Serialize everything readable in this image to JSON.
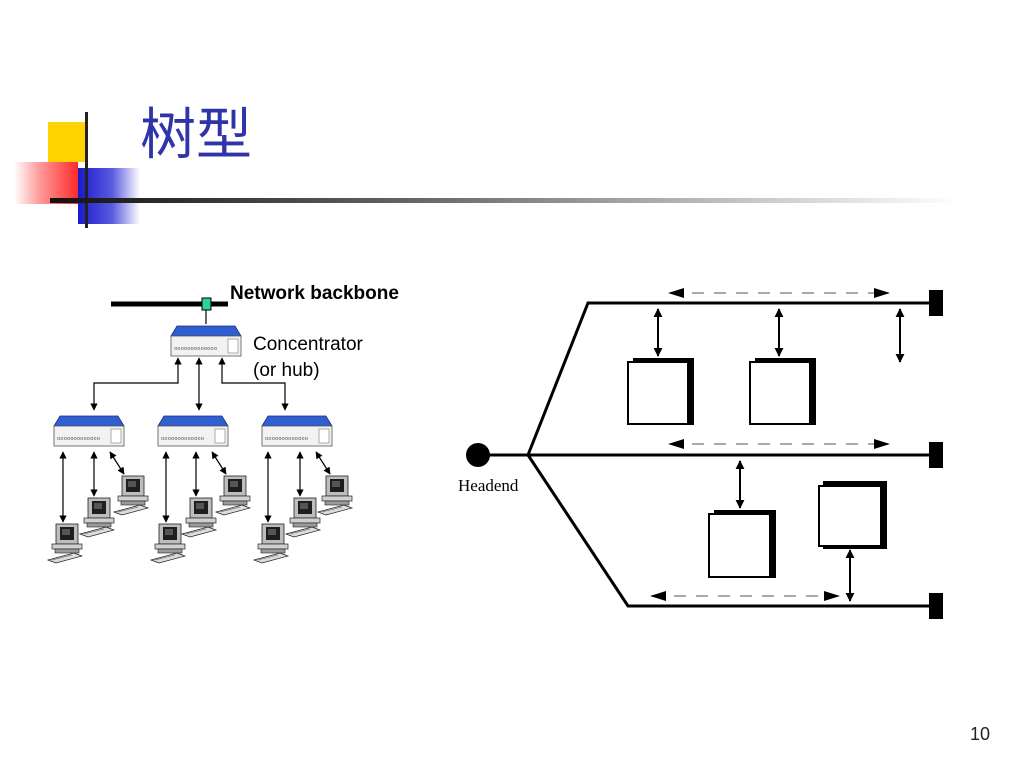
{
  "slide": {
    "title": "树型",
    "page_number": "10"
  },
  "left_diagram": {
    "backbone_label": "Network backbone",
    "concentrator_label_line1": "Concentrator",
    "concentrator_label_line2": "(or hub)"
  },
  "right_diagram": {
    "headend_label": "Headend"
  },
  "colors": {
    "title": "#2f34a8",
    "hub_top": "#2f5fd0",
    "deco_yellow": "#ffd400",
    "deco_red": "#ff2a2a",
    "deco_blue": "#1a1acc"
  },
  "icons": {
    "hub": "hub-icon",
    "computer": "computer-icon"
  }
}
